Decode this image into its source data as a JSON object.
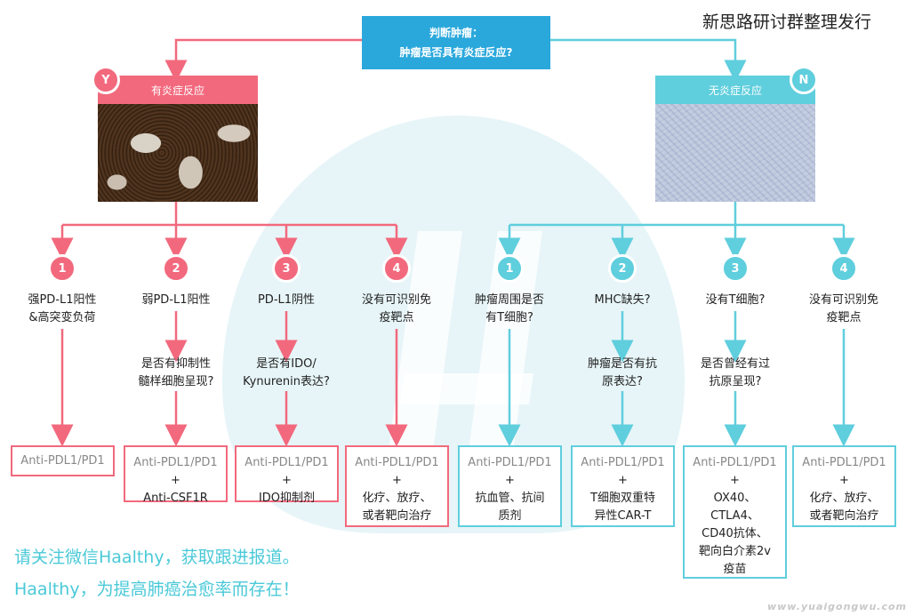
{
  "header": {
    "title_line1": "判断肿瘤：",
    "title_line2": "肿瘤是否具有炎症反应?",
    "publisher": "新思路研讨群整理发行"
  },
  "branches": {
    "yes": {
      "badge": "Y",
      "label": "有炎症反应"
    },
    "no": {
      "badge": "N",
      "label": "无炎症反应"
    }
  },
  "yes_columns": [
    {
      "num": "1",
      "q1_l1": "强PD-L1阳性",
      "q1_l2": "&高突变负荷",
      "q2_l1": "",
      "q2_l2": "",
      "t_l1": "Anti-PDL1/PD1",
      "t_l2": "",
      "t_l3": "",
      "t_l4": "",
      "t_l5": "",
      "t_l6": ""
    },
    {
      "num": "2",
      "q1_l1": "弱PD-L1阳性",
      "q1_l2": "",
      "q2_l1": "是否有抑制性",
      "q2_l2": "髓样细胞呈现?",
      "t_l1": "Anti-PDL1/PD1",
      "t_l2": "+",
      "t_l3": "Anti-CSF1R",
      "t_l4": "",
      "t_l5": "",
      "t_l6": ""
    },
    {
      "num": "3",
      "q1_l1": "PD-L1阴性",
      "q1_l2": "",
      "q2_l1": "是否有IDO/",
      "q2_l2": "Kynurenin表达?",
      "t_l1": "Anti-PDL1/PD1",
      "t_l2": "+",
      "t_l3": "IDO抑制剂",
      "t_l4": "",
      "t_l5": "",
      "t_l6": ""
    },
    {
      "num": "4",
      "q1_l1": "没有可识别免",
      "q1_l2": "疫靶点",
      "q2_l1": "",
      "q2_l2": "",
      "t_l1": "Anti-PDL1/PD1",
      "t_l2": "+",
      "t_l3": "化疗、放疗、",
      "t_l4": "或者靶向治疗",
      "t_l5": "",
      "t_l6": ""
    }
  ],
  "no_columns": [
    {
      "num": "1",
      "q1_l1": "肿瘤周围是否",
      "q1_l2": "有T细胞?",
      "q2_l1": "",
      "q2_l2": "",
      "t_l1": "Anti-PDL1/PD1",
      "t_l2": "+",
      "t_l3": "抗血管、抗间",
      "t_l4": "质剂",
      "t_l5": "",
      "t_l6": ""
    },
    {
      "num": "2",
      "q1_l1": "MHC缺失?",
      "q1_l2": "",
      "q2_l1": "肿瘤是否有抗",
      "q2_l2": "原表达?",
      "t_l1": "Anti-PDL1/PD1",
      "t_l2": "+",
      "t_l3": "T细胞双重特",
      "t_l4": "异性CAR-T",
      "t_l5": "",
      "t_l6": ""
    },
    {
      "num": "3",
      "q1_l1": "没有T细胞?",
      "q1_l2": "",
      "q2_l1": "是否曾经有过",
      "q2_l2": "抗原呈现?",
      "t_l1": "Anti-PDL1/PD1",
      "t_l2": "+",
      "t_l3": "OX40、",
      "t_l4": "CTLA4、",
      "t_l5": "CD40抗体、",
      "t_l6": "靶向白介素2v"
    },
    {
      "num": "4",
      "q1_l1": "没有可识别免",
      "q1_l2": "疫靶点",
      "q2_l1": "",
      "q2_l2": "",
      "t_l1": "Anti-PDL1/PD1",
      "t_l2": "+",
      "t_l3": "化疗、放疗、",
      "t_l4": "或者靶向治疗",
      "t_l5": "",
      "t_l6": ""
    }
  ],
  "extra": {
    "no3_t_l7": "疫苗"
  },
  "footer": {
    "line1": "请关注微信Haalthy，获取跟进报道。",
    "line2": "Haalthy，为提高肺癌治愈率而存在！",
    "watermark": "www.yuaigongwu.com"
  },
  "colors": {
    "red": "#f2697d",
    "blue": "#5fcedd",
    "title_blue": "#2aa8dc"
  },
  "icons": {
    "watermark_logo": "lung-watermark-icon"
  }
}
